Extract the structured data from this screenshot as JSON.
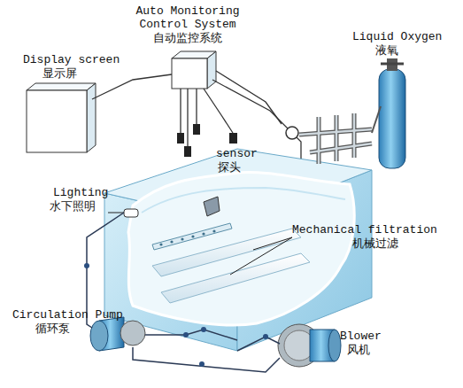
{
  "diagram": {
    "labels": [
      "Auto Monitoring Control System",
      "自动监控系统",
      "Liquid Oxygen",
      "液氧",
      "Display screen",
      "显示屏",
      "sensor",
      "探头",
      "Lighting",
      "水下照明",
      "Mechanical filtration",
      "机械过滤",
      "Circulation Pump",
      "循环泵",
      "Blower",
      "风机"
    ]
  }
}
